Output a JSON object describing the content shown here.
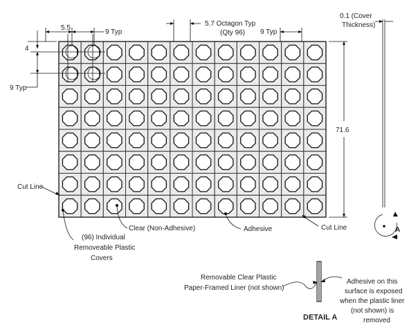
{
  "plate": {
    "columns": 12,
    "rows": 8
  },
  "dimensions": {
    "pitch_x": "5.5",
    "col_pitch_left": "9 Typ",
    "col_pitch_right": "9 Typ",
    "octagon": "5.7 Octagon Typ",
    "octagon_qty": "(Qty 96)",
    "cover_thickness": "0.1 (Cover",
    "cover_thickness_2": "Thickness)",
    "pitch_y": "4",
    "row_pitch": "9 Typ",
    "height": "71.6"
  },
  "callouts": {
    "cut_line_left": "Cut Line",
    "cut_line_right": "Cut Line",
    "covers_1": "(96) Individual",
    "covers_2": "Removeable Plastic",
    "covers_3": "Covers",
    "clear": "Clear (Non-Adhesive)",
    "adhesive": "Adhesive"
  },
  "section_marker": "A",
  "detail": {
    "title": "DETAIL A",
    "liner_1": "Removable Clear Plastic",
    "liner_2": "Paper-Framed Liner (not shown)",
    "note_1": "Adhesive on this",
    "note_2": "surface is exposed",
    "note_3": "when the plastic liner",
    "note_4": "(not shown) is",
    "note_5": "removed"
  }
}
